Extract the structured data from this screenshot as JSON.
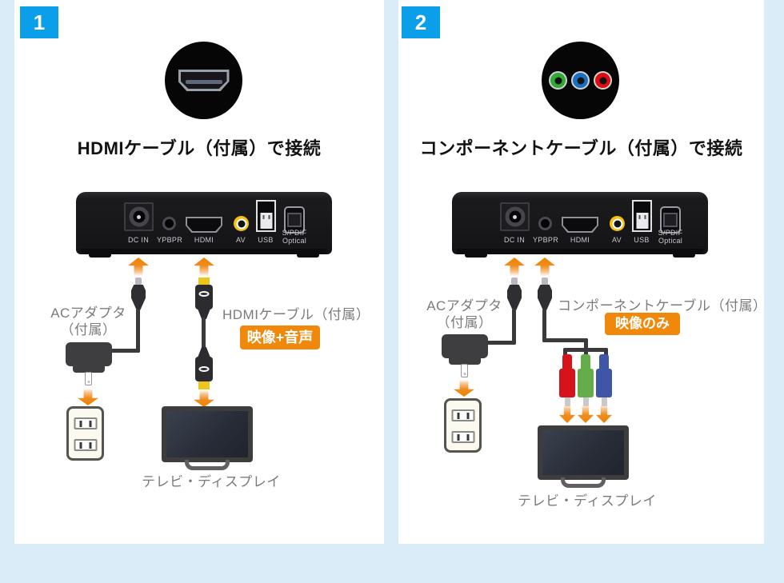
{
  "colors": {
    "background": "#d9ecf7",
    "panel": "#ffffff",
    "number_badge_blue": "#0a9fe8",
    "arrow_orange": "#ee8200",
    "badge_orange": "#f0890b",
    "component_icon_green": "#2faa35",
    "component_icon_blue": "#1a70c0",
    "component_icon_red": "#e00b12",
    "rca_plug_red": "#d6131b",
    "rca_plug_green": "#64ad4a",
    "rca_plug_blue": "#3e56a5"
  },
  "panels": [
    {
      "badge_number": "1",
      "title": "HDMIケーブル（付属）で接続",
      "icon": "hdmi-port-icon",
      "device": {
        "ports": {
          "dc_in": "DC IN",
          "ypbpr": "YPBPR",
          "hdmi": "HDMI",
          "av": "AV",
          "usb": "USB",
          "spdif_line1": "S/PDIF",
          "spdif_line2": "Optical"
        }
      },
      "ac_adapter_label_line1": "ACアダプタ",
      "ac_adapter_label_line2": "（付属）",
      "cable_label": "HDMIケーブル（付属）",
      "cable_badge": "映像+音声",
      "tv_label": "テレビ・ディスプレイ"
    },
    {
      "badge_number": "2",
      "title": "コンポーネントケーブル（付属）で接続",
      "icon": "component-ports-icon",
      "device": {
        "ports": {
          "dc_in": "DC IN",
          "ypbpr": "YPBPR",
          "hdmi": "HDMI",
          "av": "AV",
          "usb": "USB",
          "spdif_line1": "S/PDIF",
          "spdif_line2": "Optical"
        }
      },
      "ac_adapter_label_line1": "ACアダプタ",
      "ac_adapter_label_line2": "（付属）",
      "cable_label": "コンポーネントケーブル（付属）",
      "cable_badge": "映像のみ",
      "tv_label": "テレビ・ディスプレイ"
    }
  ]
}
